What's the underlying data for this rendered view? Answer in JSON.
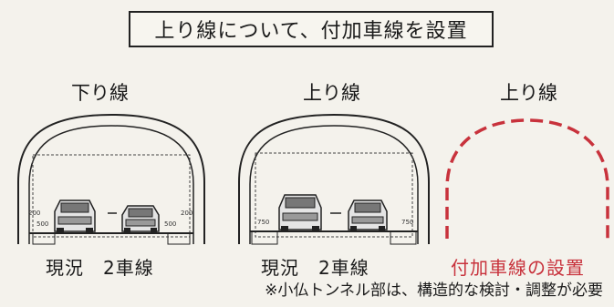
{
  "title": "上り線について、付加車線を設置",
  "sections": [
    {
      "heading": "下り線",
      "caption": "現況　2車線",
      "dims": {
        "outer_left": "200",
        "inner_left": "500",
        "inner_right": "500",
        "outer_right": "200"
      }
    },
    {
      "heading": "上り線",
      "caption": "現況　2車線",
      "dims": {
        "left": "750",
        "right": "750"
      }
    },
    {
      "heading": "上り線",
      "caption": "付加車線の設置"
    }
  ],
  "note": "※小仏トンネル部は、構造的な検討・調整が必要",
  "colors": {
    "proposed": "#c8323c",
    "line": "#222222"
  }
}
